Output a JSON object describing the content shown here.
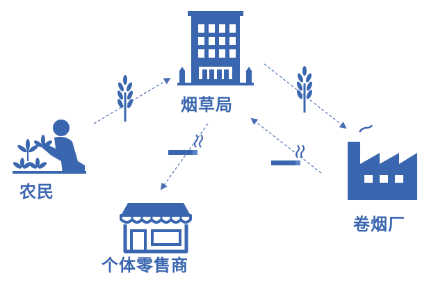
{
  "nodes": {
    "bureau": {
      "label": "烟草局",
      "icon": "office-building-icon"
    },
    "farmer": {
      "label": "农民",
      "icon": "farmer-with-plants-icon"
    },
    "factory": {
      "label": "卷烟厂",
      "icon": "factory-icon"
    },
    "retailer": {
      "label": "个体零售商",
      "icon": "storefront-icon"
    }
  },
  "edges": [
    {
      "from": "farmer",
      "to": "bureau",
      "goods_icon": "wheat-leaf-icon"
    },
    {
      "from": "bureau",
      "to": "factory",
      "goods_icon": "wheat-leaf-icon"
    },
    {
      "from": "factory",
      "to": "bureau",
      "goods_icon": "cigarette-icon"
    },
    {
      "from": "bureau",
      "to": "retailer",
      "goods_icon": "cigarette-icon"
    }
  ],
  "colors": {
    "primary": "#3a66b0",
    "arrow": "#4a6fb3"
  }
}
